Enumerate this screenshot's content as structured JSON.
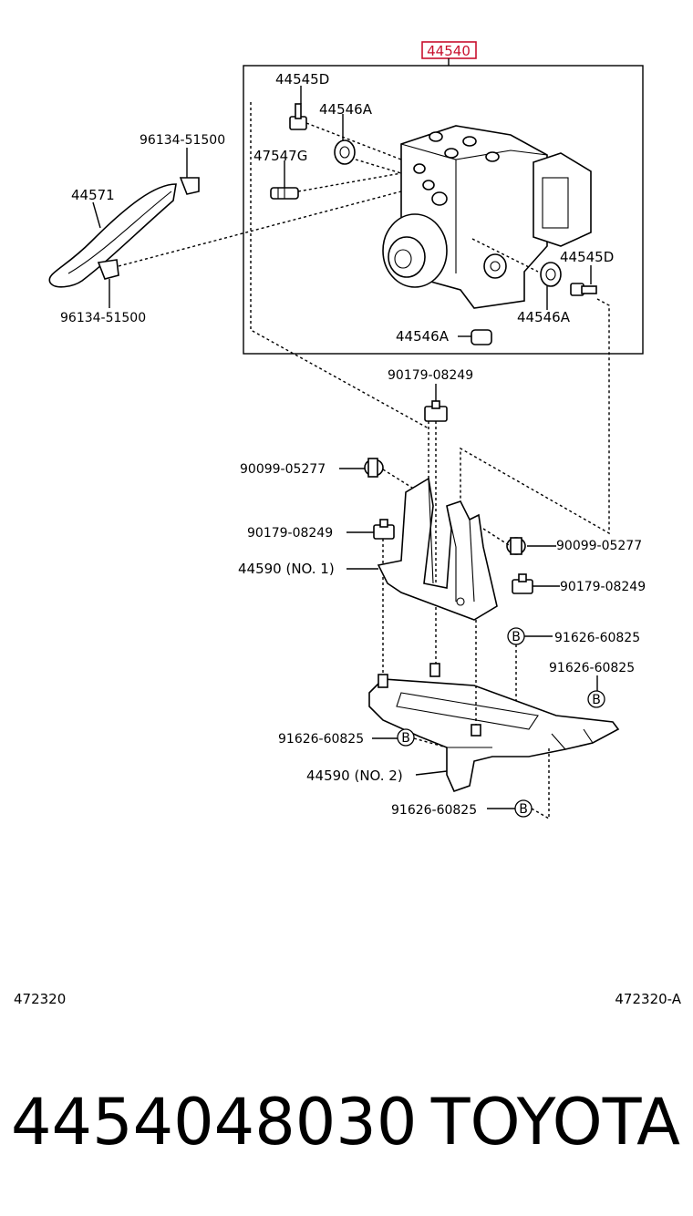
{
  "diagram": {
    "assembly_label": "44540",
    "labels": {
      "p44545D_top": "44545D",
      "p44546A_top": "44546A",
      "p47547G": "47547G",
      "p96134_top": "96134-51500",
      "p44571": "44571",
      "p96134_bottom": "96134-51500",
      "p44545D_right": "44545D",
      "p44546A_right": "44546A",
      "p44546A_bottom": "44546A",
      "p90179_top": "90179-08249",
      "p90099_left": "90099-05277",
      "p90179_left": "90179-08249",
      "p44590_no1": "44590 (NO. 1)",
      "p90099_right": "90099-05277",
      "p90179_right": "90179-08249",
      "p91626_a": "91626-60825",
      "p91626_b": "91626-60825",
      "p91626_c": "91626-60825",
      "p44590_no2": "44590 (NO. 2)",
      "p91626_d": "91626-60825"
    },
    "callout_letter": "B",
    "footer_left": "472320",
    "footer_right": "472320-A"
  },
  "part_number": "4454048030",
  "brand": "TOYOTA",
  "colors": {
    "highlight": "#c8102e",
    "ink": "#000000"
  }
}
